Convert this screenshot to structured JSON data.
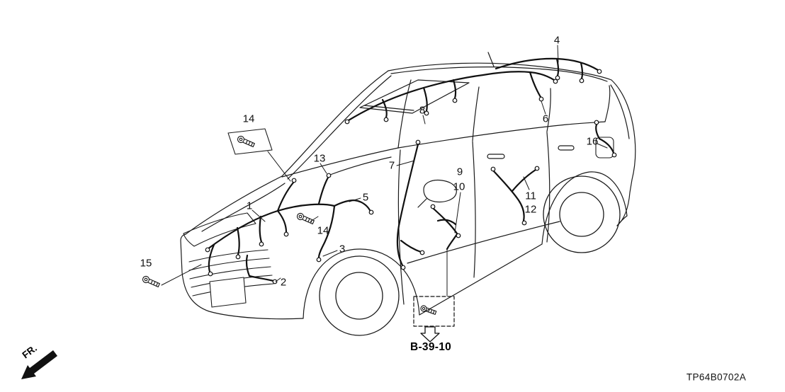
{
  "diagram": {
    "part_code": "TP64B0702A",
    "reference_label": "B-39-10",
    "direction_label": "FR.",
    "callouts": [
      {
        "label": "1"
      },
      {
        "label": "2"
      },
      {
        "label": "3"
      },
      {
        "label": "4"
      },
      {
        "label": "5"
      },
      {
        "label": "6"
      },
      {
        "label": "7"
      },
      {
        "label": "8"
      },
      {
        "label": "9"
      },
      {
        "label": "10"
      },
      {
        "label": "11"
      },
      {
        "label": "12"
      },
      {
        "label": "13"
      },
      {
        "label": "14"
      },
      {
        "label": "14"
      },
      {
        "label": "15"
      },
      {
        "label": "16"
      }
    ]
  }
}
